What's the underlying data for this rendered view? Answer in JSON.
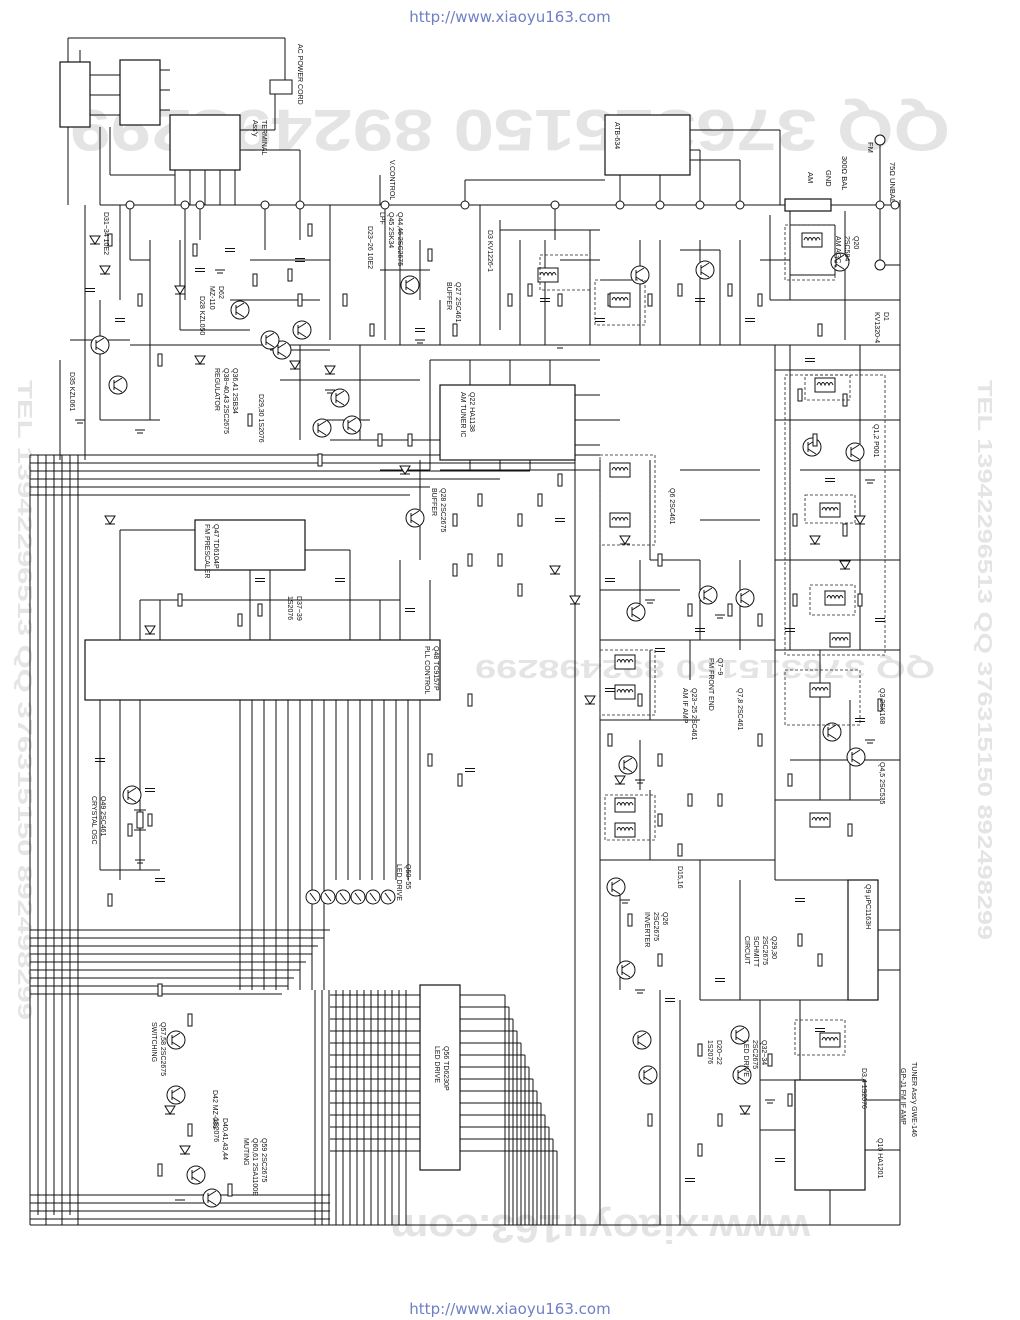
{
  "header_url": "http://www.xiaoyu163.com",
  "footer_url": "http://www.xiaoyu163.com",
  "watermarks": {
    "qq_top": "QQ 376315150 892498299",
    "qq_middle": "QQ 376315150 892498299",
    "tel_left": "TEL 13942296513 QQ 376315150 892498299",
    "tel_right": "TEL 13942296513 QQ 376315150 892498299",
    "site_bottom": "www.xiaoyu163.com"
  },
  "antenna": {
    "unbal": "75Ω UNBAL",
    "fm": "FM",
    "bal": "300Ω BAL",
    "gnd": "GND",
    "am": "AM"
  },
  "power": {
    "ac_cord": "AC POWER CORD",
    "terminal": [
      "TERMINAL",
      "Ass'y"
    ],
    "v_control": "V.CONTROL",
    "atb": "ATB-634"
  },
  "labels": {
    "tuner_assy": "TUNER Ass'y GWE-146",
    "gp_j1": "GP-J1 FM IF AMP",
    "q10": "Q10 HA1201",
    "d3_4": "D3,4 1S2076",
    "q9": "Q9 μPC1163H",
    "q29_30": [
      "Q29,30",
      "2SC2675",
      "SCHMITT",
      "CIRCUIT"
    ],
    "q26": [
      "Q26",
      "2SC2675",
      "INVERTER"
    ],
    "d15_16": "D15,16",
    "d20_22": [
      "D20~22",
      "1S2076"
    ],
    "q32_34": [
      "Q32~34",
      "2SC2675",
      "LED DRIVE"
    ],
    "q23_25": [
      "Q23~25 2SC461",
      "AM IF AMP"
    ],
    "fm_front_end": [
      "Q7~9",
      "FM FRONT END"
    ],
    "q7_8": "Q7,8 2SC461",
    "q3": "Q3 2SK168",
    "q4_5": "Q4,5 2SC535",
    "q1_2": "Q1,2 P001",
    "d1": [
      "D1",
      "KV1320-4"
    ],
    "q20": [
      "Q20",
      "2SC584",
      "AM AGC"
    ],
    "q6": "Q6 2SC461",
    "q22": [
      "Q22 HA1138",
      "AM TUNER IC"
    ],
    "q27": [
      "Q27 2SC461",
      "BUFFER"
    ],
    "q44_46": [
      "Q44,46 2SC2675",
      "Q45 2SK34",
      "LPF"
    ],
    "d23_26": "D23~26 10E2",
    "d3_kv": "D3 KV1226-1",
    "d28": "D28 KZL050",
    "d62": [
      "D62",
      "MZ-110"
    ],
    "regulator": [
      "Q36,41 2SB34",
      "Q38~40,43 2SC2675",
      "REGULATOR"
    ],
    "d29_30": "D29,30 1S2076",
    "d31_34": "D31~34 10E2",
    "d35": "D35 KZL061",
    "q28": [
      "Q28 2SC2675",
      "BUFFER"
    ],
    "q47": [
      "Q47 TD6104P",
      "FM PRESCALER"
    ],
    "d37_39": [
      "D37~39",
      "1S2076"
    ],
    "q48": [
      "Q48 TC9157P",
      "PLL CONTROL"
    ],
    "q49": [
      "Q49 2SC461",
      "CRYSTAL OSC"
    ],
    "q50_55": [
      "Q50~55",
      "LED DRIVE"
    ],
    "q56": [
      "Q56 TD6230P",
      "LED DRIVE"
    ],
    "q57_58": [
      "Q57,58 2SC2675",
      "SWITCHING"
    ],
    "d42": "D42 MZ-081",
    "d40_44": [
      "D40,41,43,44",
      "1S2076"
    ],
    "q59_61": [
      "Q59 2SC2675",
      "Q60,61 2SA1100E",
      "MUTING"
    ]
  }
}
